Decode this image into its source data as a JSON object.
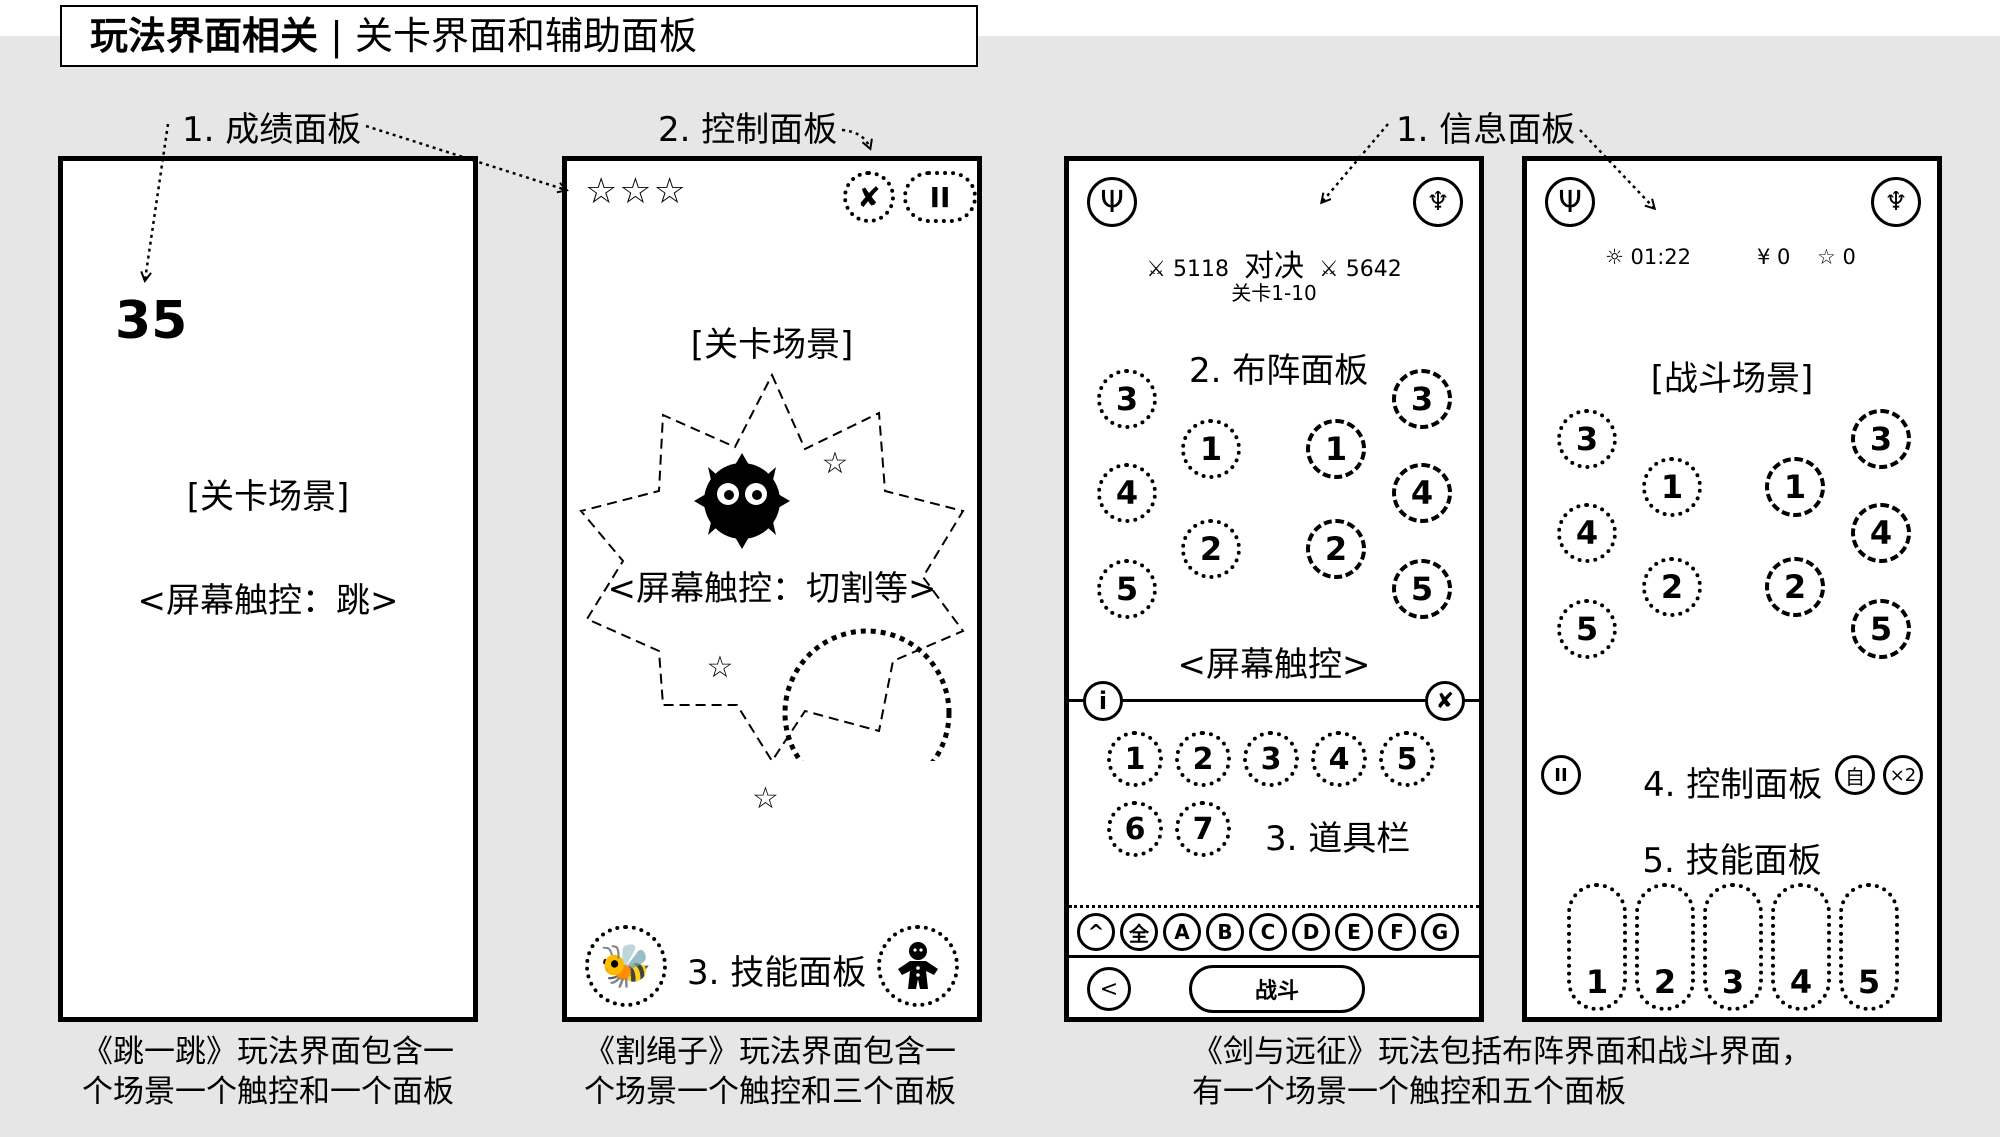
{
  "title": {
    "bold": "玩法界面相关",
    "rest": "关卡界面和辅助面板"
  },
  "callouts": {
    "p1": "1. 成绩面板",
    "p2": "2. 控制面板",
    "p3": "1. 信息面板"
  },
  "jump": {
    "score": "35",
    "scene": "[关卡场景]",
    "touch": "<屏幕触控：跳>",
    "caption1": "《跳一跳》玩法界面包含一",
    "caption2": "个场景一个触控和一个面板"
  },
  "rope": {
    "stars": "☆☆☆",
    "scene": "[关卡场景]",
    "touch": "<屏幕触控：切割等>",
    "skills": "3. 技能面板",
    "caption1": "《割绳子》玩法界面包含一",
    "caption2": "个场景一个触控和三个面板"
  },
  "sword": {
    "power_left": "⚔ 5118",
    "versus": "对决",
    "power_right": "⚔ 5642",
    "level": "关卡1-10",
    "formation": "2. 布阵面板",
    "touch": "<屏幕触控>",
    "items": "3. 道具栏",
    "item_numbers": [
      "1",
      "2",
      "3",
      "4",
      "5",
      "6",
      "7"
    ],
    "filters": [
      "^",
      "全",
      "A",
      "B",
      "C",
      "D",
      "E",
      "F",
      "G"
    ],
    "battle_button": "战斗",
    "timer": "☼ 01:22",
    "money": "¥ 0",
    "stars": "☆ 0",
    "battle_scene": "[战斗场景]",
    "control": "4. 控制面板",
    "auto": "自",
    "speed": "×2",
    "skill_panel": "5. 技能面板",
    "skill_slots": [
      "1",
      "2",
      "3",
      "4",
      "5"
    ],
    "caption1": "《剑与远征》玩法包括布阵界面和战斗界面，",
    "caption2": "有一个场景一个触控和五个面板"
  }
}
